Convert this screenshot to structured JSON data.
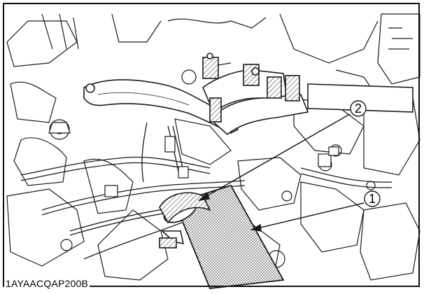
{
  "figure": {
    "code": "1AYAACQAP200B",
    "callouts": [
      {
        "number": "1",
        "target": "air-intake-hose"
      },
      {
        "number": "2",
        "target": "hose-clamp"
      }
    ]
  },
  "colors": {
    "line": "#1a1a1a",
    "fill": "#ffffff",
    "hatch": "#555555",
    "shade": "#cfcfcf"
  }
}
